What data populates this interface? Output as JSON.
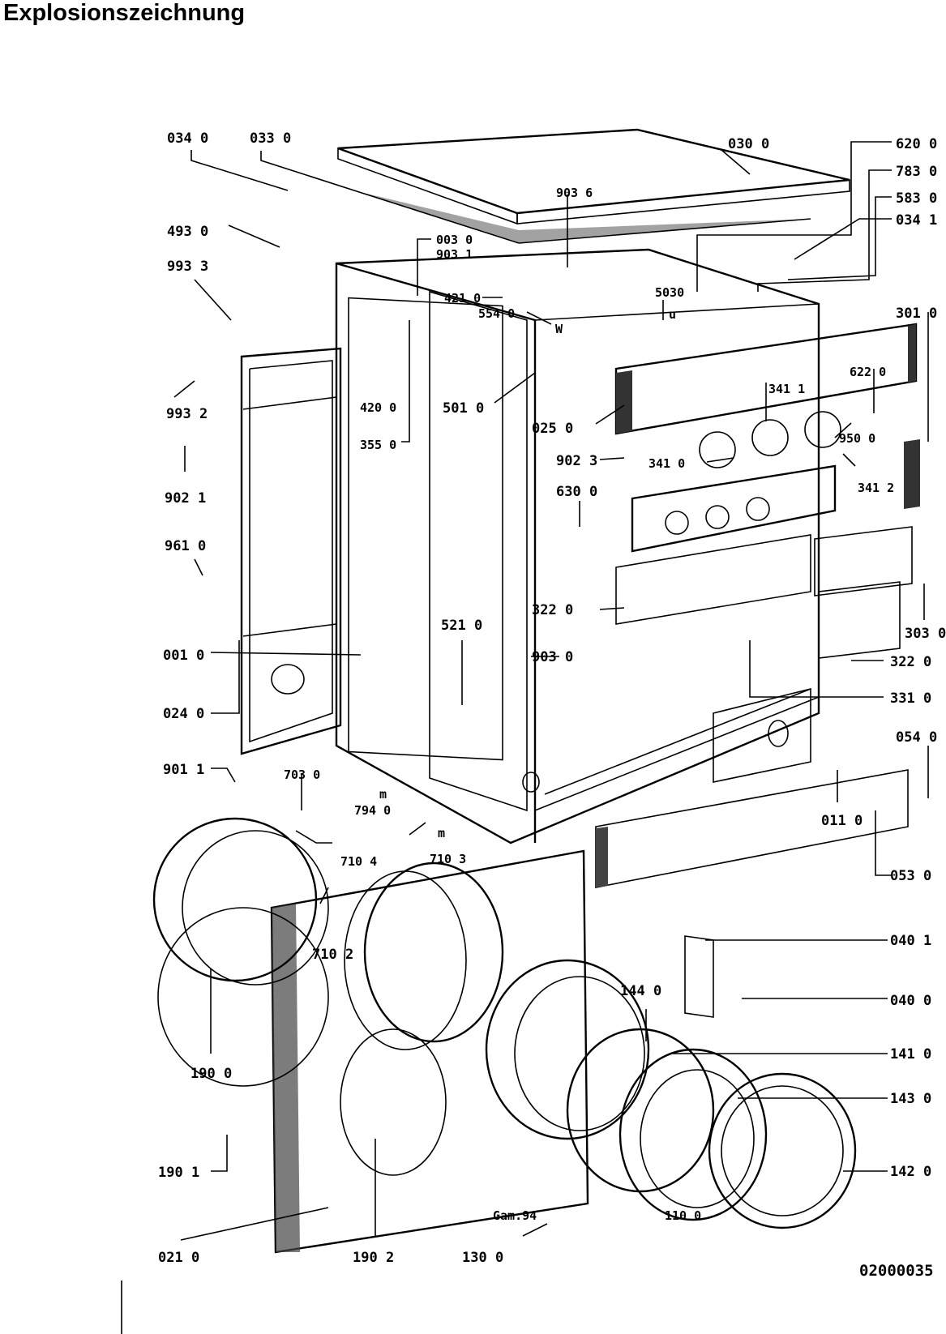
{
  "title": "Explosionszeichnung",
  "drawing_number": "02000035",
  "signature_mark": "Gam.94",
  "letter_marks": {
    "u": "u",
    "w": "W",
    "m1": "m",
    "m2": "m"
  },
  "labels": {
    "p0340": "034 0",
    "p0330": "033 0",
    "p0300": "030 0",
    "p6200": "620 0",
    "p7830": "783 0",
    "p5830": "583 0",
    "p0341": "034 1",
    "p9036": "903 6",
    "p4930": "493 0",
    "p9933": "993 3",
    "p0030": "003 0",
    "p9031": "903 1",
    "p4210": "421 0",
    "p5030": "5030",
    "p5540": "554 0",
    "p3010": "301 0",
    "p6220": "622 0",
    "p3411": "341 1",
    "p9932": "993 2",
    "p4200": "420 0",
    "p5010": "501 0",
    "p0250": "025 0",
    "p9500": "950 0",
    "p3550": "355 0",
    "p9023": "902 3",
    "p3410": "341 0",
    "p3412": "341 2",
    "p9021": "902 1",
    "p6300": "630 0",
    "p9610": "961 0",
    "p3220a": "322 0",
    "p3030": "303 0",
    "p5210": "521 0",
    "p0010": "001 0",
    "p9030": "903 0",
    "p3220b": "322 0",
    "p3310": "331 0",
    "p0240": "024 0",
    "p0540": "054 0",
    "p9011": "901 1",
    "p7030": "703 0",
    "p7940": "794 0",
    "p0110": "011 0",
    "p7104": "710 4",
    "p7103": "710 3",
    "p0530": "053 0",
    "p7102": "710 2",
    "p0401": "040 1",
    "p1440": "144 0",
    "p0400": "040 0",
    "p1900": "190 0",
    "p1410": "141 0",
    "p1430": "143 0",
    "p1901": "190 1",
    "p1420": "142 0",
    "p1100": "110 0",
    "p0210": "021 0",
    "p1902": "190 2",
    "p1300": "130 0"
  }
}
